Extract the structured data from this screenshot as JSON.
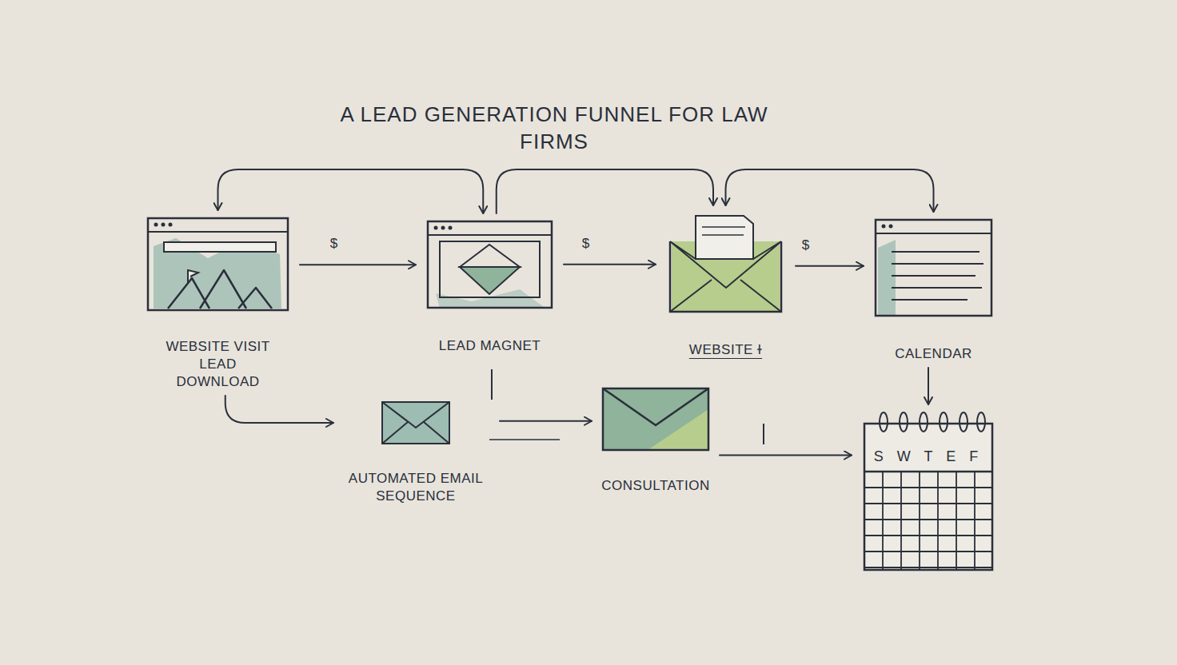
{
  "diagram": {
    "title": "A LEAD GENERATION FUNNEL FOR LAW FIRMS",
    "nodes": [
      {
        "text": [
          "WEBSITE VISIT LEAD DOWNLOAD"
        ]
      },
      {
        "text": [
          "LEAD MAGNET"
        ]
      },
      {
        "text": [
          "WEBSITE ɫ"
        ]
      },
      {
        "text": [
          "CALENDAR"
        ]
      },
      {
        "text": [
          "AUTOMATED EMAIL SEQUENCE"
        ]
      },
      {
        "text": [
          "CONSULTATION"
        ]
      },
      {
        "text": [
          "S W T E F"
        ]
      }
    ],
    "edges": [
      {
        "from": 0,
        "to": 1,
        "label": "$",
        "arrow": "to"
      },
      {
        "from": 1,
        "to": 2,
        "label": "$",
        "arrow": "to"
      },
      {
        "from": 2,
        "to": 3,
        "label": "$",
        "arrow": "to"
      },
      {
        "from": 0,
        "to": 1,
        "arrow": "both"
      },
      {
        "from": 1,
        "to": 2,
        "arrow": "to"
      },
      {
        "from": 3,
        "to": 2,
        "arrow": "both"
      },
      {
        "from": 0,
        "to": 4,
        "arrow": "to"
      },
      {
        "from": 4,
        "to": 5,
        "arrow": "to"
      },
      {
        "from": 5,
        "to": 6,
        "arrow": "to"
      },
      {
        "from": 3,
        "to": 6,
        "arrow": "to"
      }
    ]
  }
}
